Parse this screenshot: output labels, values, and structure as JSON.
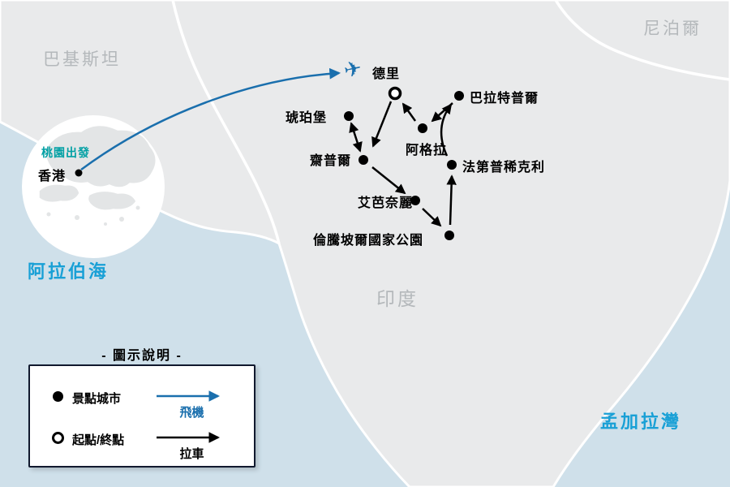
{
  "regions": [
    {
      "id": "pakistan",
      "label": "巴基斯坦"
    },
    {
      "id": "nepal",
      "label": "尼泊爾"
    },
    {
      "id": "india",
      "label": "印度"
    }
  ],
  "seas": [
    {
      "id": "arabian-sea",
      "label": "阿拉伯海"
    },
    {
      "id": "bay-of-bengal",
      "label": "孟加拉灣"
    }
  ],
  "origin": {
    "departure_note": "桃園出發",
    "city": "香港"
  },
  "route": {
    "cities": [
      {
        "id": "delhi",
        "label": "德里",
        "type": "start-end"
      },
      {
        "id": "amber-fort",
        "label": "琥珀堡",
        "type": "attraction"
      },
      {
        "id": "jaipur",
        "label": "齋普爾",
        "type": "attraction"
      },
      {
        "id": "agra",
        "label": "阿格拉",
        "type": "attraction"
      },
      {
        "id": "bharatpur",
        "label": "巴拉特普爾",
        "type": "attraction"
      },
      {
        "id": "fatehpur-sikri",
        "label": "法第普稀克利",
        "type": "attraction"
      },
      {
        "id": "abhaneri",
        "label": "艾芭奈麗",
        "type": "attraction"
      },
      {
        "id": "ranthambore",
        "label": "倫騰坡爾國家公園",
        "type": "attraction"
      }
    ]
  },
  "legend": {
    "title": "- 圖示說明 -",
    "attraction_label": "景點城市",
    "terminal_label": "起點/終點",
    "flight_label": "飛機",
    "bus_label": "拉車"
  },
  "icons": {
    "plane_icon": "✈"
  },
  "colors": {
    "sea": "#cfe0ea",
    "land": "#e9eaeb",
    "border_line": "#ffffff",
    "sea_text": "#19a0d6",
    "region_text": "#b4b8bb",
    "flight_blue": "#1a6fad",
    "departure_teal": "#00a0a4",
    "route_black": "#000000"
  }
}
